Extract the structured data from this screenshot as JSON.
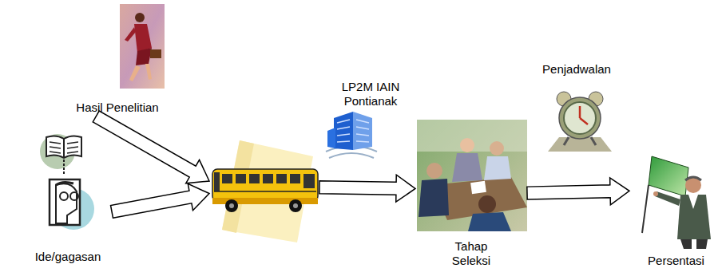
{
  "diagram": {
    "nodes": [
      {
        "text": [
          "Hasil Penelitian"
        ]
      },
      {
        "text": [
          "Ide/gagasan"
        ]
      },
      {
        "text": []
      },
      {
        "text": [
          "Tahap Seleksi"
        ]
      },
      {
        "text": [
          "Persentasi"
        ]
      }
    ],
    "edges": [
      {
        "from": 0,
        "to": 2,
        "arrow": "to"
      },
      {
        "from": 1,
        "to": 2,
        "arrow": "to"
      },
      {
        "from": 2,
        "to": 3,
        "arrow": "to",
        "label": "LP2M IAIN Pontianak"
      },
      {
        "from": 3,
        "to": 4,
        "arrow": "to",
        "label": "Penjadwalan"
      }
    ]
  }
}
